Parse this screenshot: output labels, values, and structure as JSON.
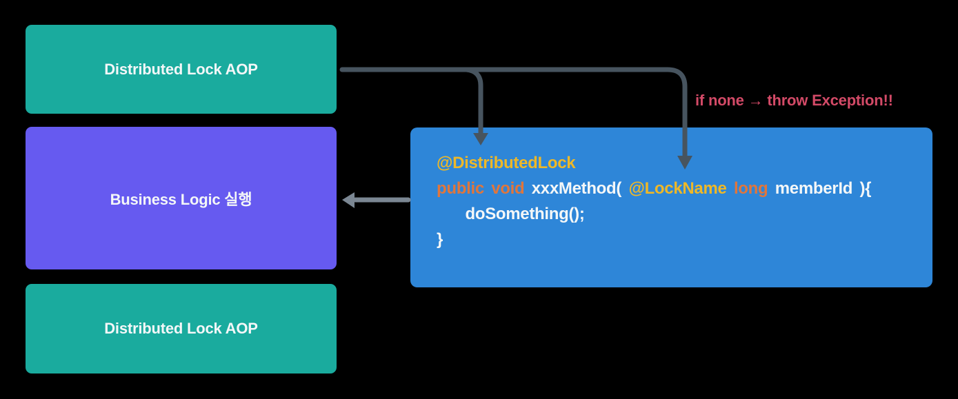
{
  "diagram": {
    "background": "#000000",
    "text_color": "#f4f7f8",
    "boxes": [
      {
        "name": "distributed-lock-aop-top",
        "label": "Distributed Lock AOP",
        "bg": "#1aab9e"
      },
      {
        "name": "business-logic",
        "label": "Business Logic 실행",
        "bg": "#665af0"
      },
      {
        "name": "distributed-lock-aop-bottom",
        "label": "Distributed Lock AOP",
        "bg": "#1aab9e"
      }
    ],
    "code_panel": {
      "bg": "#2e86d8",
      "lines": [
        {
          "tokens": [
            {
              "t": "@DistributedLock",
              "c": "#eeb828"
            }
          ]
        },
        {
          "tokens": [
            {
              "t": "public ",
              "c": "#e0763c"
            },
            {
              "t": "void ",
              "c": "#e0763c"
            },
            {
              "t": "xxxMethod( ",
              "c": "#f4f7f8"
            },
            {
              "t": "@LockName ",
              "c": "#eeb828"
            },
            {
              "t": "long ",
              "c": "#e0763c"
            },
            {
              "t": "memberId ",
              "c": "#f4f7f8"
            },
            {
              "t": "){",
              "c": "#f4f7f8"
            }
          ]
        },
        {
          "tokens": [
            {
              "t": "    doSomething();",
              "c": "#f4f7f8"
            }
          ]
        },
        {
          "tokens": [
            {
              "t": "}",
              "c": "#f4f7f8"
            }
          ]
        }
      ]
    },
    "annotation": {
      "text": "if none → throw Exception!!",
      "color": "#d34a67"
    },
    "arrows": [
      {
        "name": "arrow-aop-to-distributedlock",
        "color": "#47545f"
      },
      {
        "name": "arrow-aop-to-lockname",
        "color": "#47545f"
      },
      {
        "name": "arrow-code-to-business-logic",
        "color": "#7b8793"
      }
    ]
  }
}
